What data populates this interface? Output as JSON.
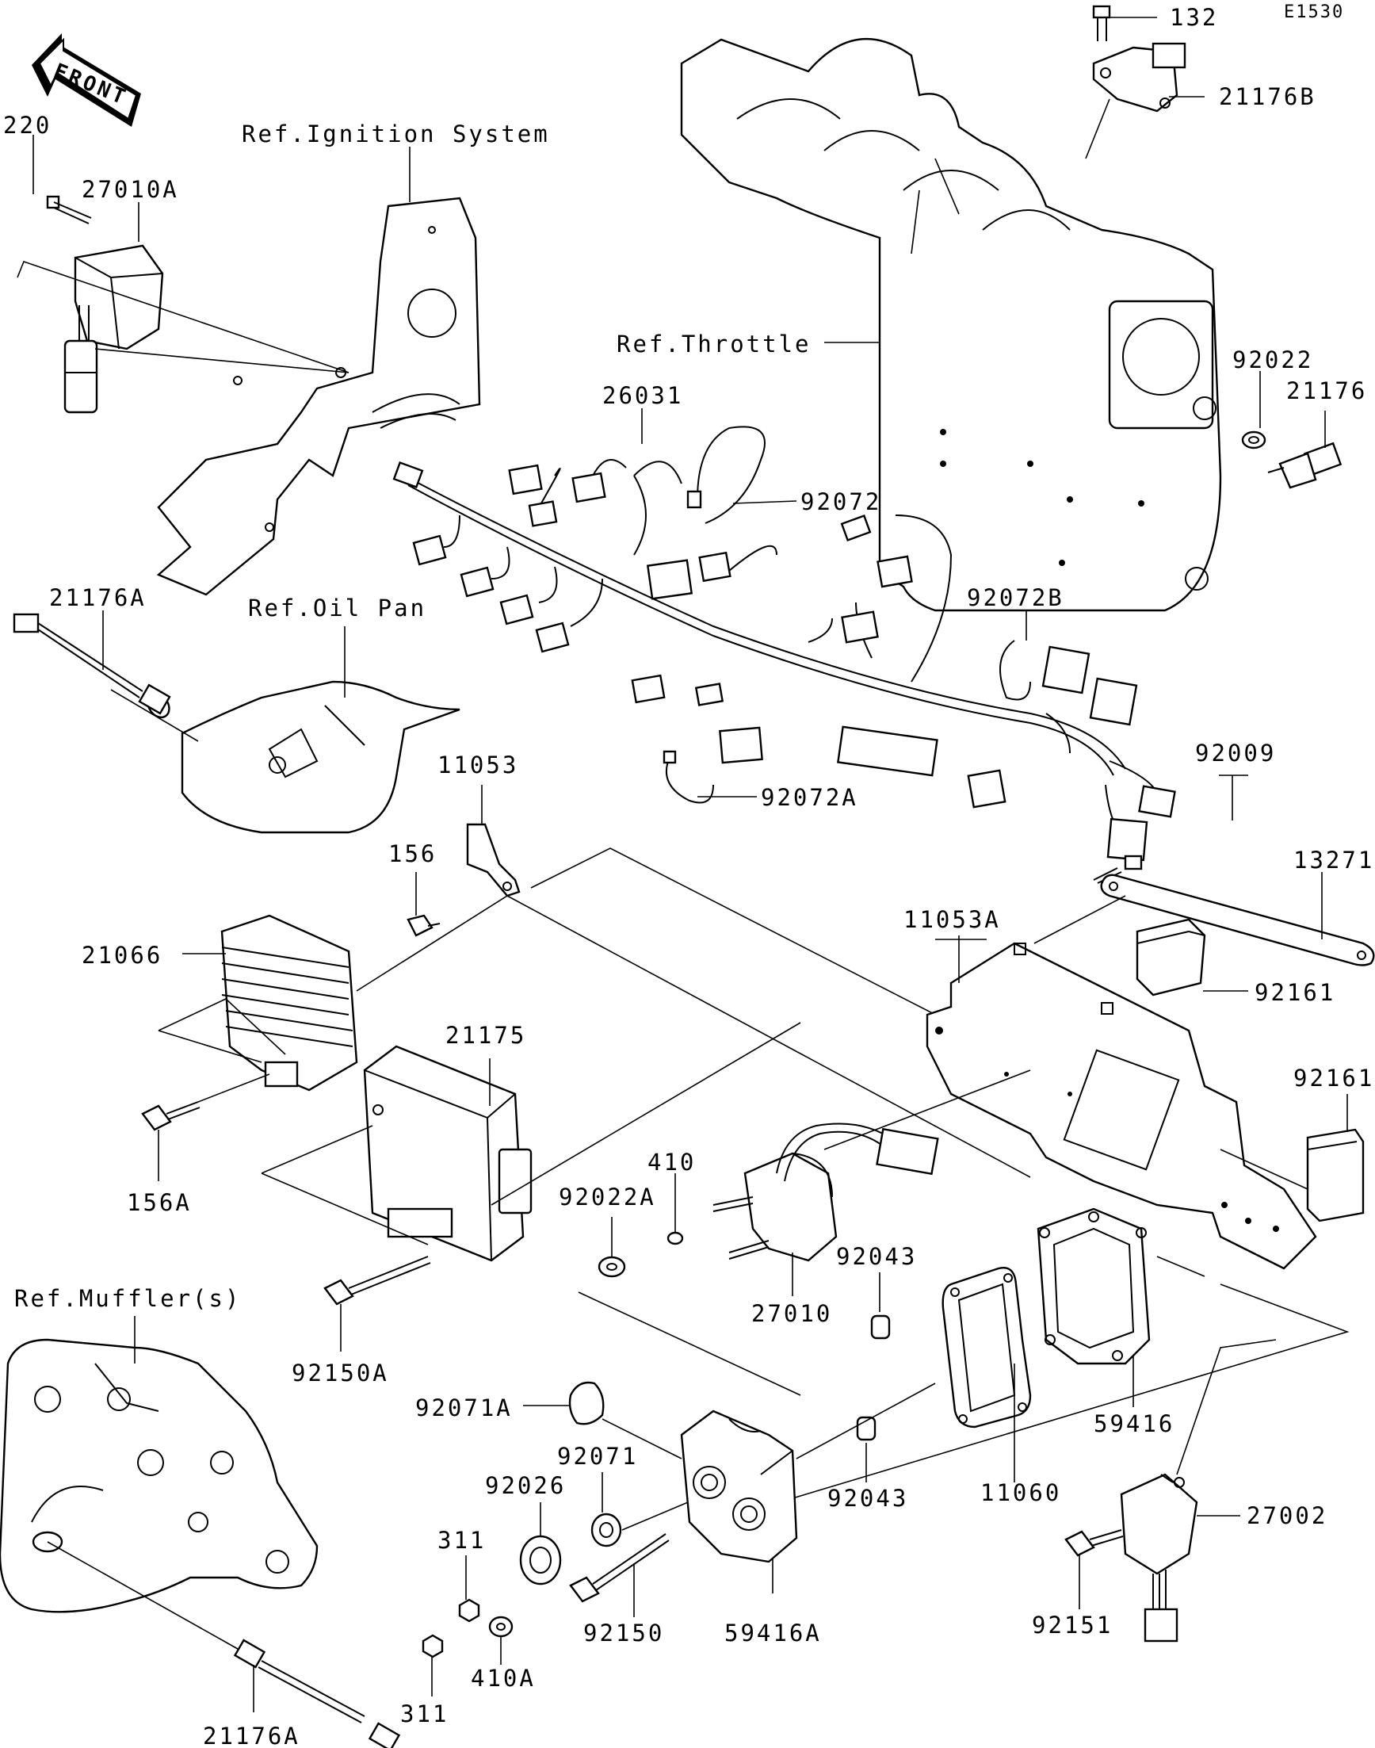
{
  "diagram_code": "E1530",
  "front_label": "FRONT",
  "references": {
    "ignition": "Ref.Ignition System",
    "throttle": "Ref.Throttle",
    "oil_pan": "Ref.Oil Pan",
    "muffler": "Ref.Muffler(s)"
  },
  "parts": {
    "p132": "132",
    "p21176B": "21176B",
    "p220": "220",
    "p27010A": "27010A",
    "p92022": "92022",
    "p21176": "21176",
    "p26031": "26031",
    "p92072": "92072",
    "p92072B": "92072B",
    "p21176A_top": "21176A",
    "p92072A": "92072A",
    "p11053": "11053",
    "p92009": "92009",
    "p156": "156",
    "p13271": "13271",
    "p11053A": "11053A",
    "p21066": "21066",
    "p92161_a": "92161",
    "p21175": "21175",
    "p92161_b": "92161",
    "p410": "410",
    "p92022A": "92022A",
    "p156A": "156A",
    "p92043_a": "92043",
    "p27010": "27010",
    "p92150A": "92150A",
    "p59416": "59416",
    "p92071A": "92071A",
    "p92071": "92071",
    "p92026": "92026",
    "p11060": "11060",
    "p92043_b": "92043",
    "p27002": "27002",
    "p311_a": "311",
    "p92150": "92150",
    "p59416A": "59416A",
    "p410A": "410A",
    "p92151": "92151",
    "p311_b": "311",
    "p21176A_bottom": "21176A"
  }
}
